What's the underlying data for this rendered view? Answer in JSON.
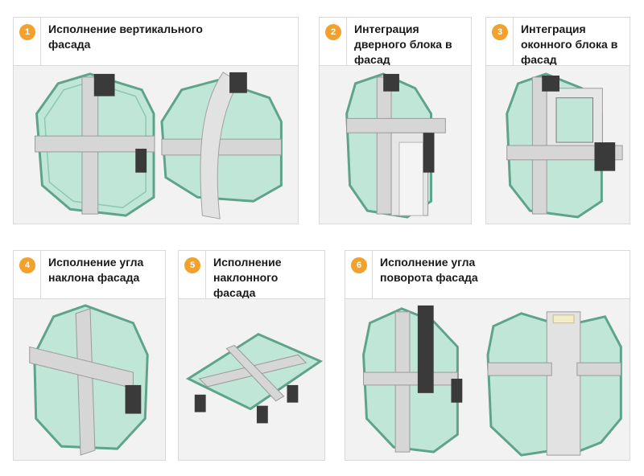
{
  "colors": {
    "badge": "#f1a12c",
    "glass": "#bfe6d6",
    "glass_edge": "#5fa38a",
    "profile": "#d6d6d6",
    "profile_dark": "#3a3a3a",
    "panel_bg": "#f2f2f2"
  },
  "panels": [
    {
      "number": "1",
      "title_lines": [
        "Исполнение вертикального",
        "фасада"
      ]
    },
    {
      "number": "2",
      "title_lines": [
        "Интеграция",
        "дверного блока в",
        "фасад"
      ]
    },
    {
      "number": "3",
      "title_lines": [
        "Интеграция",
        "оконного блока в",
        "фасад"
      ]
    },
    {
      "number": "4",
      "title_lines": [
        "Исполнение угла",
        "наклона фасада"
      ]
    },
    {
      "number": "5",
      "title_lines": [
        "Исполнение",
        "наклонного",
        "фасада"
      ]
    },
    {
      "number": "6",
      "title_lines": [
        "Исполнение угла",
        "поворота фасада"
      ]
    }
  ]
}
